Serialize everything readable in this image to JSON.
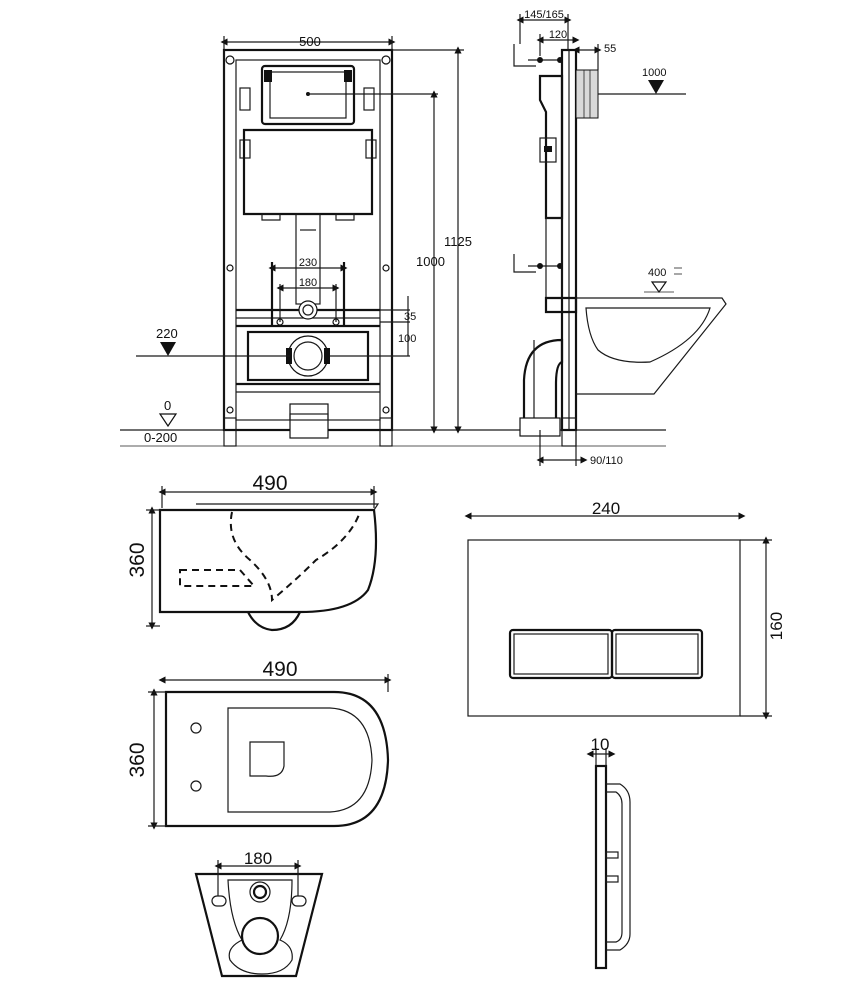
{
  "installation_frame": {
    "front_view": {
      "width": "500",
      "height_total": "1125",
      "height_to_plate": "1000",
      "pin_spacing_outer": "230",
      "pin_spacing_inner": "180",
      "pin_offset": "35",
      "drain_offset": "100",
      "drain_height": "220",
      "floor_level": "0",
      "leg_adjust": "0-200"
    },
    "side_view": {
      "depth_range": "145/165",
      "depth_mid": "120",
      "depth_inner": "55",
      "flush_height": "1000",
      "bowl_top_height": "400",
      "outlet_offset": "90/110"
    }
  },
  "toilet": {
    "side_width": "490",
    "side_height": "360",
    "top_width": "490",
    "top_height": "360",
    "back_bolt_spacing": "180"
  },
  "flush_plate": {
    "width": "240",
    "height": "160",
    "depth": "10"
  }
}
